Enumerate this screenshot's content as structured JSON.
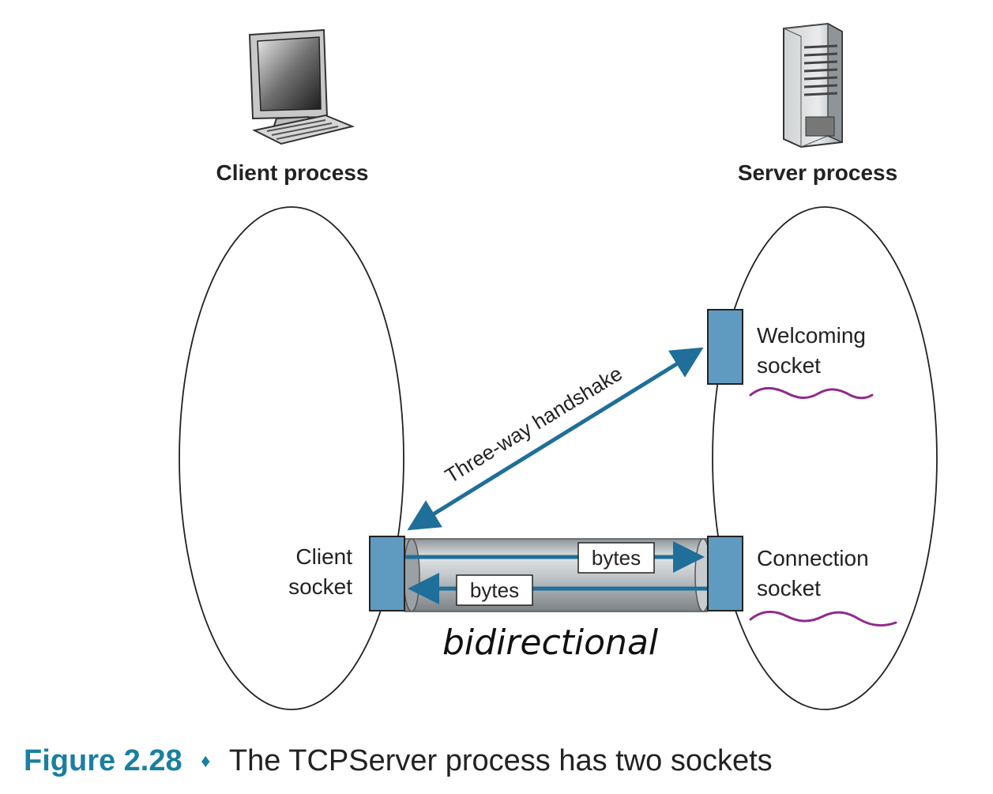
{
  "client": {
    "process_label": "Client process",
    "socket_label_line1": "Client",
    "socket_label_line2": "socket"
  },
  "server": {
    "process_label": "Server process",
    "welcoming_label_line1": "Welcoming",
    "welcoming_label_line2": "socket",
    "connection_label_line1": "Connection",
    "connection_label_line2": "socket"
  },
  "handshake_label": "Three-way handshake",
  "pipe": {
    "bytes_top": "bytes",
    "bytes_bottom": "bytes",
    "annotation": "bidirectional"
  },
  "caption": {
    "number": "Figure 2.28",
    "separator": "♦",
    "text": "The TCPServer process has two sockets"
  },
  "colors": {
    "socket_fill": "#5f9bc0",
    "arrow": "#1f6f9a",
    "annotation_squiggle": "#8e2a8e",
    "caption_accent": "#1a7fa0"
  },
  "icons": {
    "client": "desktop-computer-icon",
    "server": "server-tower-icon"
  }
}
